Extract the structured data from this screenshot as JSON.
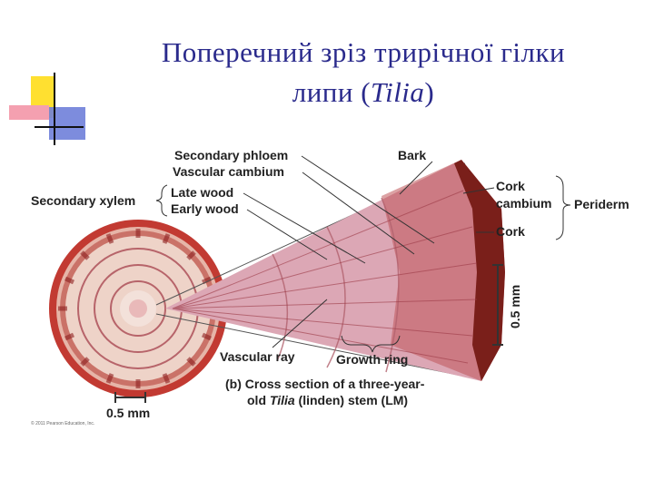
{
  "slide": {
    "title_line1": "Поперечний зріз трирічної гілки",
    "title_line2_pre": "липи (",
    "title_line2_italic": "Tilia",
    "title_line2_post": ")"
  },
  "labels": {
    "secondary_phloem": "Secondary phloem",
    "vascular_cambium": "Vascular cambium",
    "secondary_xylem": "Secondary xylem",
    "late_wood": "Late wood",
    "early_wood": "Early wood",
    "bark": "Bark",
    "cork_cambium_1": "Cork",
    "cork_cambium_2": "cambium",
    "periderm": "Periderm",
    "cork": "Cork",
    "scale_vertical": "0.5 mm",
    "vascular_ray": "Vascular ray",
    "growth_ring": "Growth ring",
    "scale_horizontal": "0.5 mm"
  },
  "caption": {
    "line1": "(b) Cross section of a three-year-",
    "line2_pre": "old ",
    "line2_italic": "Tilia",
    "line2_post": " (linden) stem (LM)"
  },
  "copyright": "© 2011 Pearson Education, Inc.",
  "colors": {
    "title": "#2a2a8c",
    "bullet_yellow": "#ffe030",
    "bullet_blue": "#6f7fd9",
    "bullet_red": "#f4a0b0",
    "wood_pink": "#dca7b5",
    "bark_dark": "#7a1f1a"
  }
}
